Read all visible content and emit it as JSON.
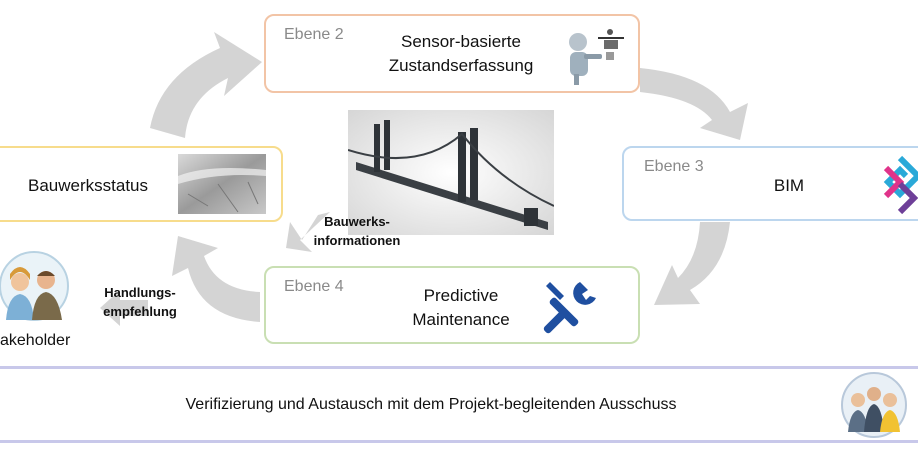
{
  "level2": {
    "tag": "Ebene 2",
    "title_line1": "Sensor-basierte",
    "title_line2": "Zustandserfassung"
  },
  "level3": {
    "tag": "Ebene 3",
    "title": "BIM"
  },
  "level4": {
    "tag": "Ebene 4",
    "title_line1": "Predictive",
    "title_line2": "Maintenance"
  },
  "status": {
    "title": "Bauwerksstatus"
  },
  "bridge_info": {
    "line1": "Bauwerks-",
    "line2": "informationen"
  },
  "recommendation": {
    "line1": "Handlungs-",
    "line2": "empfehlung"
  },
  "stakeholder": {
    "label": "akeholder"
  },
  "footer": {
    "text": "Verifizierung und Austausch mit dem Projekt-begleitenden Ausschuss"
  },
  "colors": {
    "level2_border": "#f2c4a6",
    "level3_border": "#bcd6ee",
    "level4_border": "#c9dfb3",
    "status_border": "#f7dc8c",
    "footer_line": "#c8c8ea",
    "arrow": "#d4d4d4",
    "tool_blue": "#1f4fa0"
  },
  "icons": [
    "robot-drone-icon",
    "ifc-logo-icon",
    "wrench-screwdriver-icon",
    "people-group-icon",
    "stakeholder-avatars-icon",
    "bridge-image",
    "concrete-surface-image"
  ]
}
